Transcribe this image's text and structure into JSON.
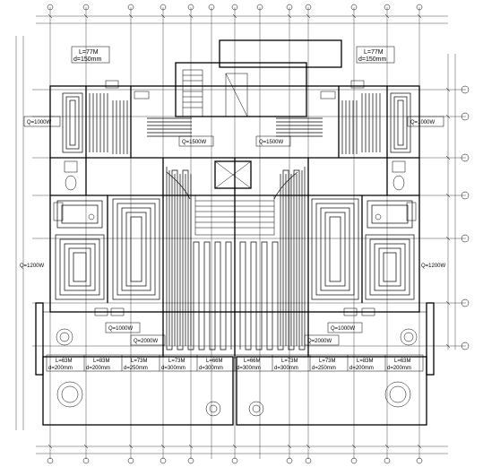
{
  "drawing": {
    "pipe_tags_top": [
      {
        "id": "tag-top-left",
        "lines": [
          "L=77M",
          "d=150mm"
        ]
      },
      {
        "id": "tag-top-right",
        "lines": [
          "L=77M",
          "d=150mm"
        ]
      }
    ],
    "heat_loads": [
      {
        "id": "load-q1000-left",
        "text": "Q=1000W"
      },
      {
        "id": "load-q1000-right",
        "text": "Q=1000W"
      },
      {
        "id": "load-q1500-left",
        "text": "Q=1500W"
      },
      {
        "id": "load-q1500-right",
        "text": "Q=1500W"
      },
      {
        "id": "load-q1200-left",
        "text": "Q=1200W"
      },
      {
        "id": "load-q1200-right",
        "text": "Q=1200W"
      },
      {
        "id": "load-q1000-bl",
        "text": "Q=1000W"
      },
      {
        "id": "load-q1000-br",
        "text": "Q=1000W"
      },
      {
        "id": "load-q2000-left",
        "text": "Q=2000W"
      },
      {
        "id": "load-q2000-right",
        "text": "Q=2000W"
      }
    ],
    "pipe_tags_bottom": [
      {
        "id": "tag-b1",
        "lines": [
          "L=63M",
          "d=200mm"
        ]
      },
      {
        "id": "tag-b2",
        "lines": [
          "L=83M",
          "d=200mm"
        ]
      },
      {
        "id": "tag-b3",
        "lines": [
          "L=73M",
          "d=250mm"
        ]
      },
      {
        "id": "tag-b4",
        "lines": [
          "L=73M",
          "d=300mm"
        ]
      },
      {
        "id": "tag-b5",
        "lines": [
          "L=66M",
          "d=300mm"
        ]
      },
      {
        "id": "tag-b6",
        "lines": [
          "L=66M",
          "d=300mm"
        ]
      },
      {
        "id": "tag-b7",
        "lines": [
          "L=73M",
          "d=300mm"
        ]
      },
      {
        "id": "tag-b8",
        "lines": [
          "L=73M",
          "d=250mm"
        ]
      },
      {
        "id": "tag-b9",
        "lines": [
          "L=83M",
          "d=200mm"
        ]
      },
      {
        "id": "tag-b10",
        "lines": [
          "L=63M",
          "d=200mm"
        ]
      }
    ]
  }
}
